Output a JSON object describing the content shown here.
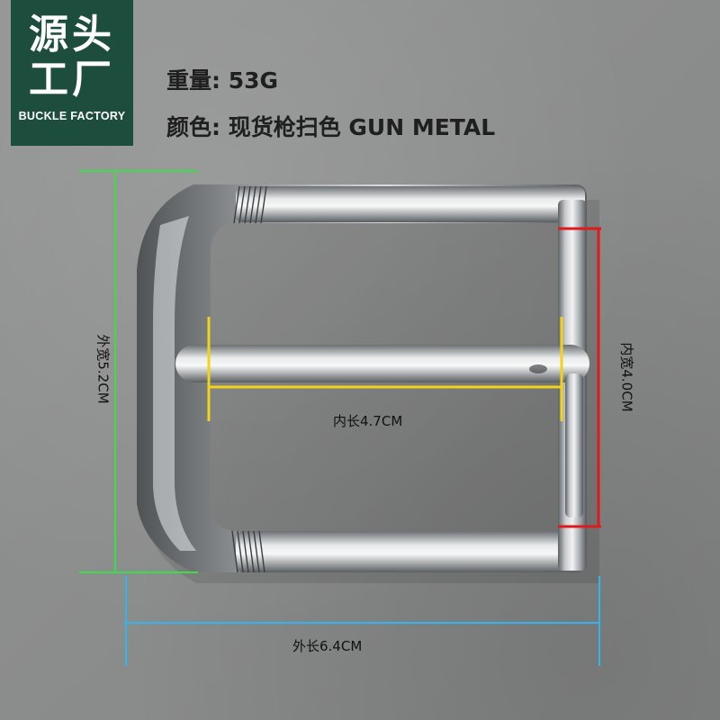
{
  "brand": {
    "line1": "源头",
    "line2": "工厂",
    "subtitle": "BUCKLE FACTORY",
    "bg_color": "#1d4d3d"
  },
  "specs": {
    "weight": "重量: 53G",
    "color": "颜色: 现货枪扫色 GUN METAL"
  },
  "dimensions": {
    "outer_width": "外宽5.2CM",
    "inner_length": "内长4.7CM",
    "inner_width": "内宽4.0CM",
    "outer_length": "外长6.4CM"
  },
  "colors": {
    "outer_height_line": "#3ddc4a",
    "inner_height_line": "#e01a1a",
    "inner_length_line": "#f2d21a",
    "outer_length_line": "#2fb6f0"
  }
}
